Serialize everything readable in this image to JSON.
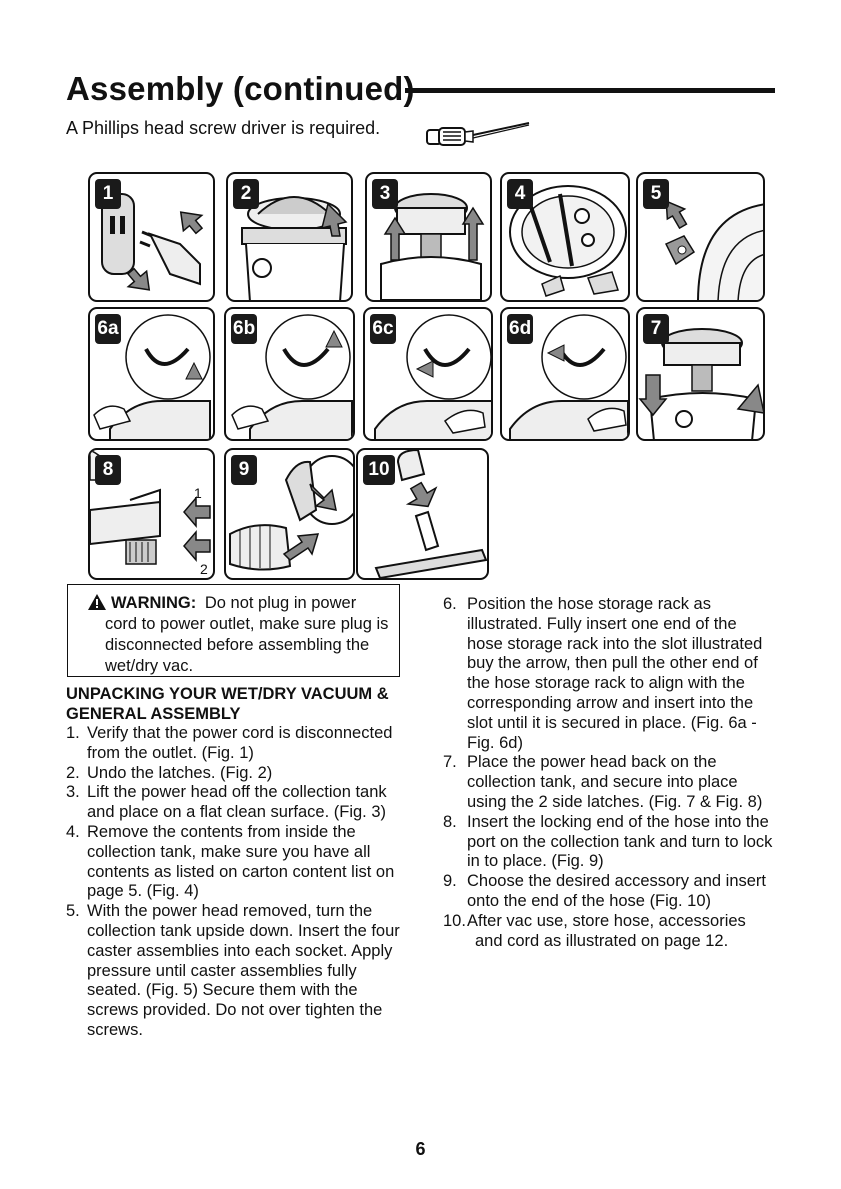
{
  "header": {
    "title": "Assembly (continued)",
    "tool_note": "A Phillips head screw driver is required."
  },
  "figures": [
    {
      "label": "1"
    },
    {
      "label": "2"
    },
    {
      "label": "3"
    },
    {
      "label": "4"
    },
    {
      "label": "5"
    },
    {
      "label": "6a"
    },
    {
      "label": "6b"
    },
    {
      "label": "6c"
    },
    {
      "label": "6d"
    },
    {
      "label": "7"
    },
    {
      "label": "8"
    },
    {
      "label": "9"
    },
    {
      "label": "10"
    }
  ],
  "fig8_callouts": [
    "1",
    "2"
  ],
  "warning": {
    "label": "WARNING:",
    "line1_rest": "Do not plug in power",
    "body": "cord to power outlet, make sure plug is disconnected before assembling the wet/dry vac."
  },
  "section_heading": "UNPACKING YOUR WET/DRY VACUUM & GENERAL ASSEMBLY",
  "steps": [
    {
      "num": "1.",
      "text": "Verify that the power cord is disconnected from the outlet. (Fig. 1)"
    },
    {
      "num": "2.",
      "text": "Undo the latches. (Fig. 2)"
    },
    {
      "num": "3.",
      "text": "Lift the power head off the collection tank and place on a flat clean surface. (Fig. 3)"
    },
    {
      "num": "4.",
      "text": "Remove the contents from inside the collection tank, make sure you have all contents as listed on carton content list on page 5. (Fig. 4)"
    },
    {
      "num": "5.",
      "text": "With the power head removed, turn the collection tank upside down. Insert the four caster assemblies into each socket. Apply pressure until caster assemblies fully seated. (Fig. 5) Secure them with the screws provided. Do not over tighten the screws."
    },
    {
      "num": "6.",
      "text": "Position the hose storage rack as illustrated. Fully insert one end of the hose storage rack into the slot illustrated buy the arrow, then pull the other end of the hose storage rack to align with the corresponding arrow and insert into the slot until it is secured in place. (Fig. 6a - Fig. 6d)"
    },
    {
      "num": "7.",
      "text": "Place the power head back on the collection tank, and secure into place using the 2 side latches. (Fig. 7 & Fig. 8)"
    },
    {
      "num": "8.",
      "text": "Insert the locking end of the hose into the port on the collection tank and turn to lock in to place. (Fig. 9)"
    },
    {
      "num": "9.",
      "text": "Choose the desired accessory and insert onto the end of the hose (Fig. 10)"
    },
    {
      "num": "10.",
      "text": "After vac use, store hose, accessories and cord as illustrated on page 12."
    }
  ],
  "page_number": "6"
}
